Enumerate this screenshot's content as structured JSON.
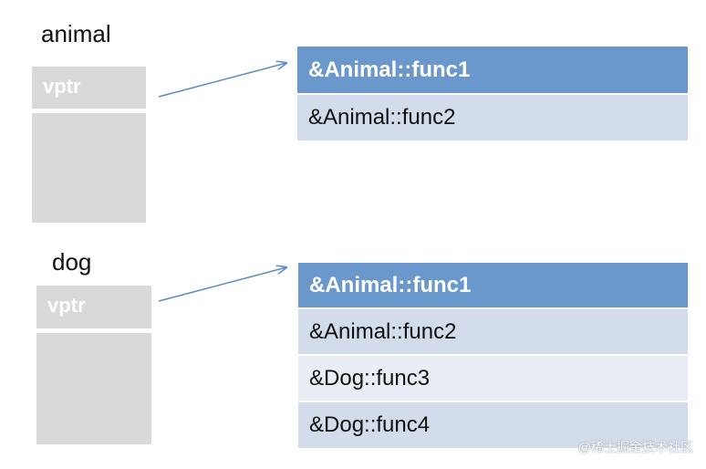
{
  "animal": {
    "label": "animal",
    "vptr_label": "vptr",
    "vtable": [
      "&Animal::func1",
      "&Animal::func2"
    ]
  },
  "dog": {
    "label": "dog",
    "vptr_label": "vptr",
    "vtable": [
      "&Animal::func1",
      "&Animal::func2",
      "&Dog::func3",
      "&Dog::func4"
    ]
  },
  "watermark": "@稀土掘金技术社区",
  "colors": {
    "header_row": "#6a98cc",
    "odd_row": "#d3dcea",
    "even_row": "#e9edf5",
    "object_block": "#d9d9d9",
    "arrow": "#5b8bc6"
  }
}
